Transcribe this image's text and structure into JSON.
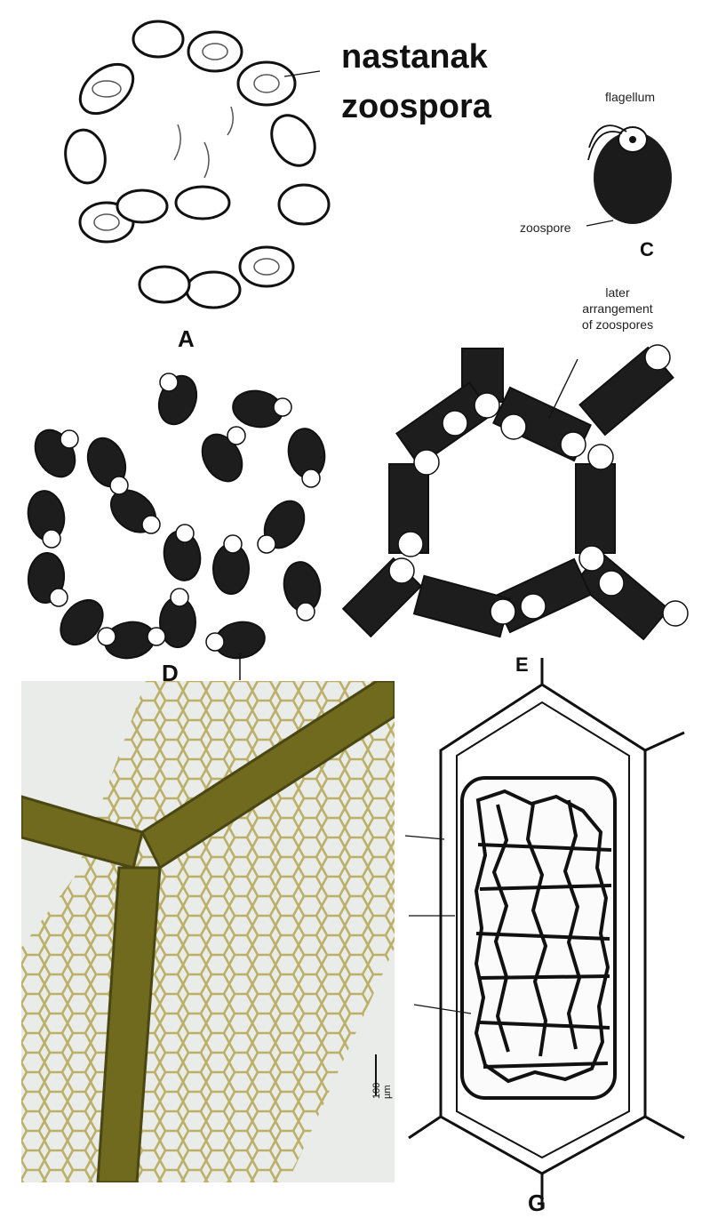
{
  "heading": {
    "line1": "nastanak",
    "line2": "zoospora"
  },
  "panels": {
    "A": "A",
    "C": "C",
    "D": "D",
    "E": "E",
    "G": "G"
  },
  "annotations": {
    "flagellum": "flagellum",
    "zoospore": "zoospore",
    "later_line1": "later",
    "later_line2": "arrangement",
    "later_line3": "of zoospores"
  },
  "scale_bar": "100 µm",
  "colors": {
    "ink": "#111111",
    "photo_green": "#6f6a1d",
    "photo_background": "#e9ece9"
  }
}
